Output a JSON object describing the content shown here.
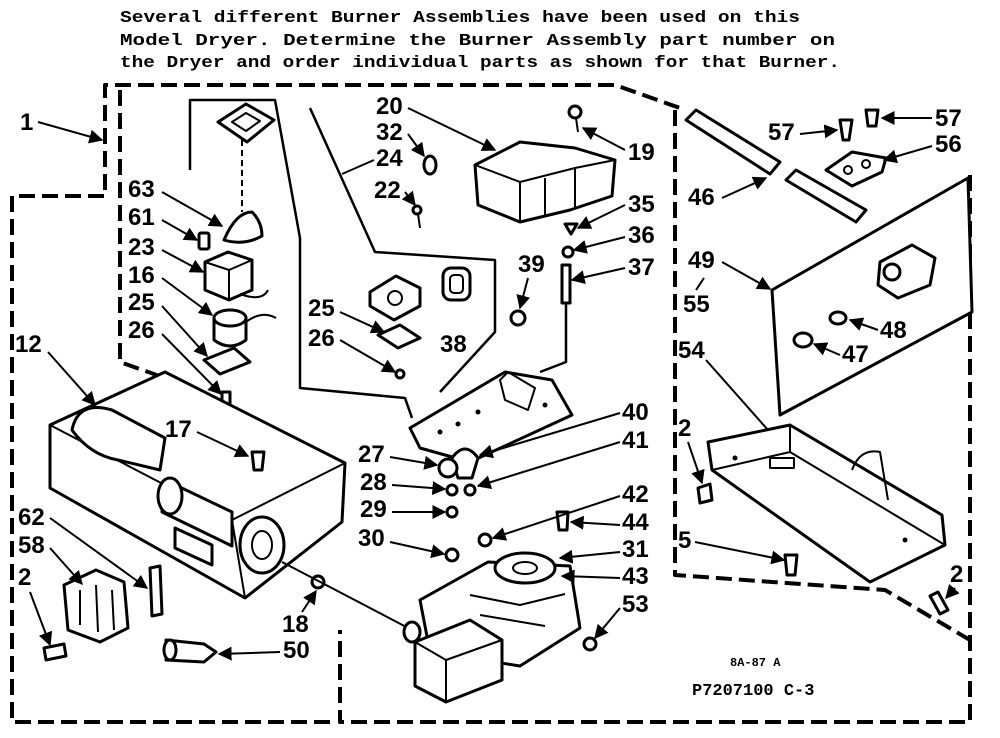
{
  "note": {
    "lines": [
      "Several different Burner Assemblies have been used on this",
      "Model Dryer.  Determine the Burner Assembly part number on",
      "the Dryer and order individual parts as shown for that Burner."
    ]
  },
  "callouts": [
    "1",
    "12",
    "63",
    "61",
    "23",
    "16",
    "25",
    "26",
    "20",
    "32",
    "24",
    "22",
    "19",
    "35",
    "36",
    "37",
    "39",
    "25",
    "26",
    "38",
    "46",
    "57",
    "57",
    "56",
    "49",
    "55",
    "54",
    "48",
    "47",
    "17",
    "40",
    "41",
    "27",
    "28",
    "29",
    "30",
    "42",
    "44",
    "31",
    "43",
    "53",
    "62",
    "58",
    "2",
    "18",
    "50",
    "2",
    "5",
    "2"
  ],
  "footer": {
    "code": "8A-87 A",
    "drawing_number": "P7207100 C-3"
  }
}
